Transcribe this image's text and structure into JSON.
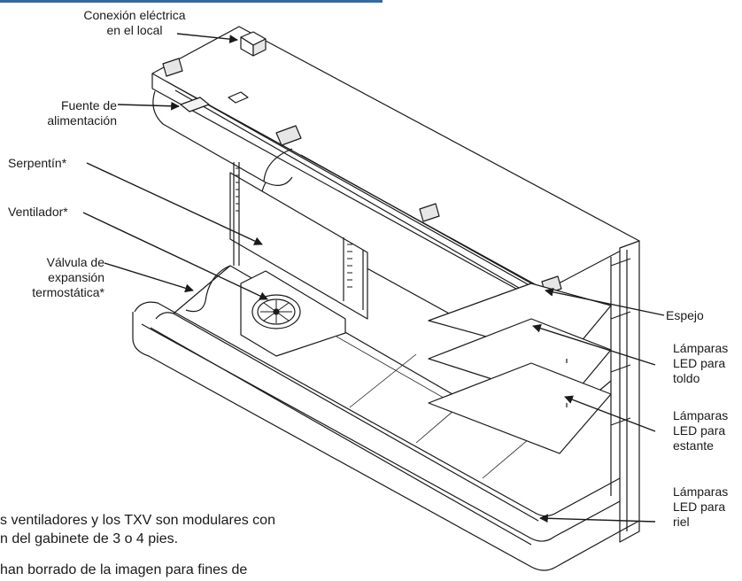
{
  "header_bar_color": "#2f6aa6",
  "labels": {
    "conexion": [
      "Conexión eléctrica",
      "en el local"
    ],
    "fuente": [
      "Fuente de",
      "alimentación"
    ],
    "serpentin": "Serpentín*",
    "ventilador": "Ventilador*",
    "valvula": [
      "Válvula de",
      "expansión",
      "termostática*"
    ],
    "espejo": "Espejo",
    "lamparas_toldo": [
      "Lámparas",
      "LED para",
      "toldo"
    ],
    "lamparas_estante": [
      "Lámparas",
      "LED para",
      "estante"
    ],
    "lamparas_riel": [
      "Lámparas",
      "LED para",
      "riel"
    ]
  },
  "notes": {
    "line1": "s ventiladores y los TXV son modulares con",
    "line2": "n del gabinete de 3 o 4 pies.",
    "line3": "han borrado de la imagen para fines de"
  }
}
